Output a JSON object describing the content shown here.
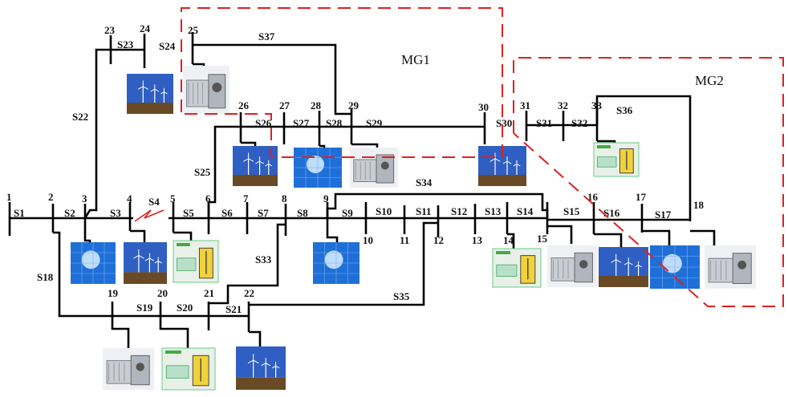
{
  "microgrids": [
    {
      "label": "MG1"
    },
    {
      "label": "MG2"
    }
  ],
  "colors": {
    "line": "#000000",
    "boundary": "#e02020",
    "sky": "#2f5fc2",
    "pv": "#1f6fd9",
    "storage_bg": "#e8f0e8",
    "diesel_bg": "#c9ccd2"
  },
  "nodes": [
    "1",
    "2",
    "3",
    "4",
    "5",
    "6",
    "7",
    "8",
    "9",
    "10",
    "11",
    "12",
    "13",
    "14",
    "15",
    "16",
    "17",
    "18",
    "19",
    "20",
    "21",
    "22",
    "23",
    "24",
    "25",
    "26",
    "27",
    "28",
    "29",
    "30",
    "31",
    "32",
    "33"
  ],
  "switches": [
    "S1",
    "S2",
    "S3",
    "S4",
    "S5",
    "S6",
    "S7",
    "S8",
    "S9",
    "S10",
    "S11",
    "S12",
    "S13",
    "S14",
    "S15",
    "S16",
    "S17",
    "S18",
    "S19",
    "S20",
    "S21",
    "S22",
    "S23",
    "S24",
    "S25",
    "S26",
    "S27",
    "S28",
    "S29",
    "S30",
    "S31",
    "S32",
    "S33",
    "S34",
    "S35",
    "S36",
    "S37"
  ],
  "devices": [
    {
      "kind": "wind-turbine"
    },
    {
      "kind": "diesel-generator"
    },
    {
      "kind": "wind-turbine"
    },
    {
      "kind": "solar-panel"
    },
    {
      "kind": "diesel-generator"
    },
    {
      "kind": "wind-turbine"
    },
    {
      "kind": "energy-storage"
    },
    {
      "kind": "solar-panel"
    },
    {
      "kind": "wind-turbine"
    },
    {
      "kind": "energy-storage"
    },
    {
      "kind": "solar-panel"
    },
    {
      "kind": "energy-storage"
    },
    {
      "kind": "diesel-generator"
    },
    {
      "kind": "wind-turbine"
    },
    {
      "kind": "solar-panel"
    },
    {
      "kind": "diesel-generator"
    },
    {
      "kind": "diesel-generator"
    },
    {
      "kind": "energy-storage"
    },
    {
      "kind": "wind-turbine"
    }
  ]
}
